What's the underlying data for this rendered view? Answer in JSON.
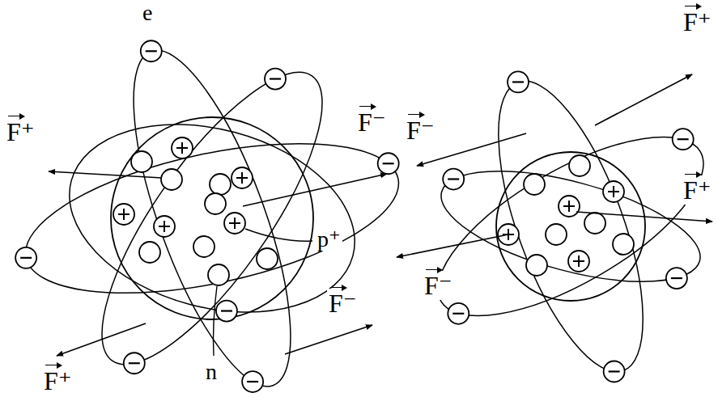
{
  "diagram": {
    "labels": [
      "e",
      "F⁺",
      "F⁻",
      "p⁺",
      "F⁻",
      "n",
      "F⁺",
      "F⁺",
      "F⁻",
      "F⁺",
      "F⁻"
    ]
  }
}
